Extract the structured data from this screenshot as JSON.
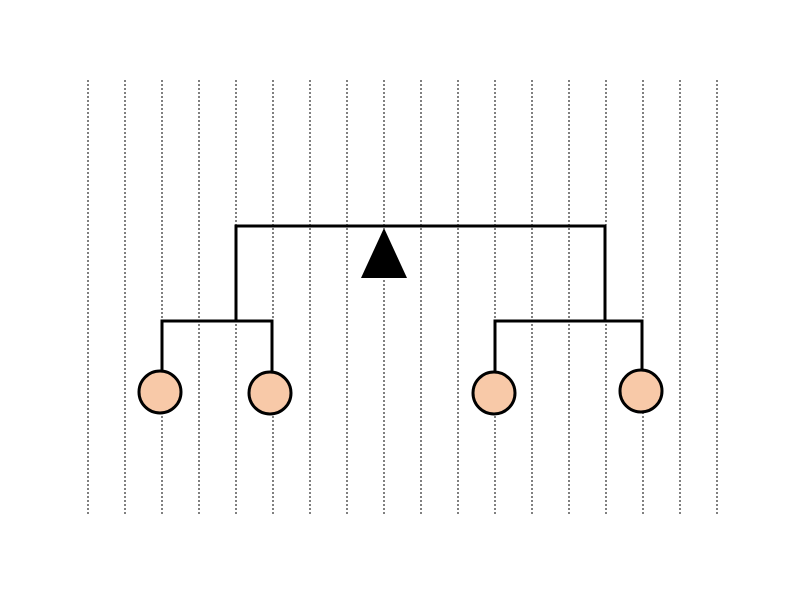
{
  "diagram": {
    "background_color": "#ffffff",
    "line_color": "#000000",
    "gridline_color": "#000000",
    "gridline_style": "dotted",
    "gridline_count": 18,
    "node_shape": "circle",
    "node_fill": "#f8c9a8",
    "node_stroke": "#000000",
    "node_count": 4,
    "marker_shape": "triangle",
    "marker_fill": "#000000",
    "groups": [
      {
        "children": 2
      },
      {
        "children": 2
      }
    ]
  }
}
